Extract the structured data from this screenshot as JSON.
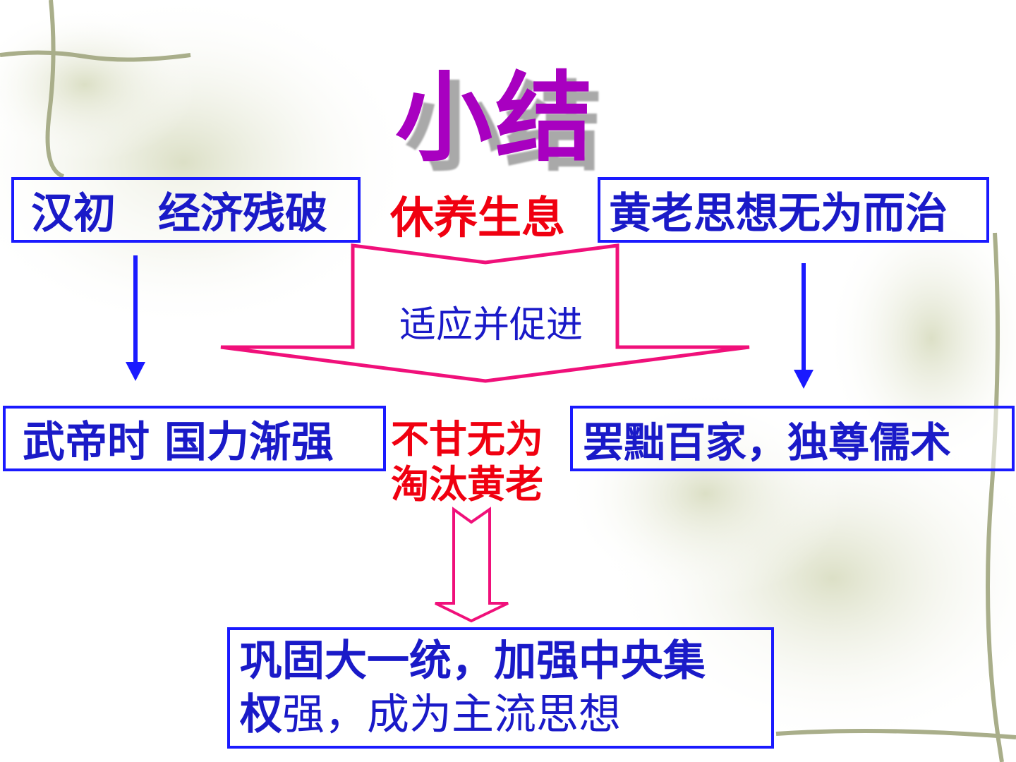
{
  "title": "小结",
  "boxes": {
    "top_left": "汉初　经济残破",
    "top_right": "黄老思想无为而治",
    "mid_left": "武帝时  国力渐强",
    "mid_right": "罢黜百家，独尊儒术",
    "bottom_line1": "巩固大一统，加强中央集",
    "bottom_line2_bold": "权",
    "bottom_line2_rest": "强，成为主流思想"
  },
  "labels": {
    "top_center": "休养生息",
    "arrow_text": "适应并促进",
    "mid_center_line1": "不甘无为",
    "mid_center_line2": "淘汰黄老"
  },
  "colors": {
    "box_border": "#1a1aff",
    "box_text": "#1a1ac8",
    "red_text": "#f00010",
    "title": "#a800c0",
    "block_arrow": "#f0107a"
  }
}
